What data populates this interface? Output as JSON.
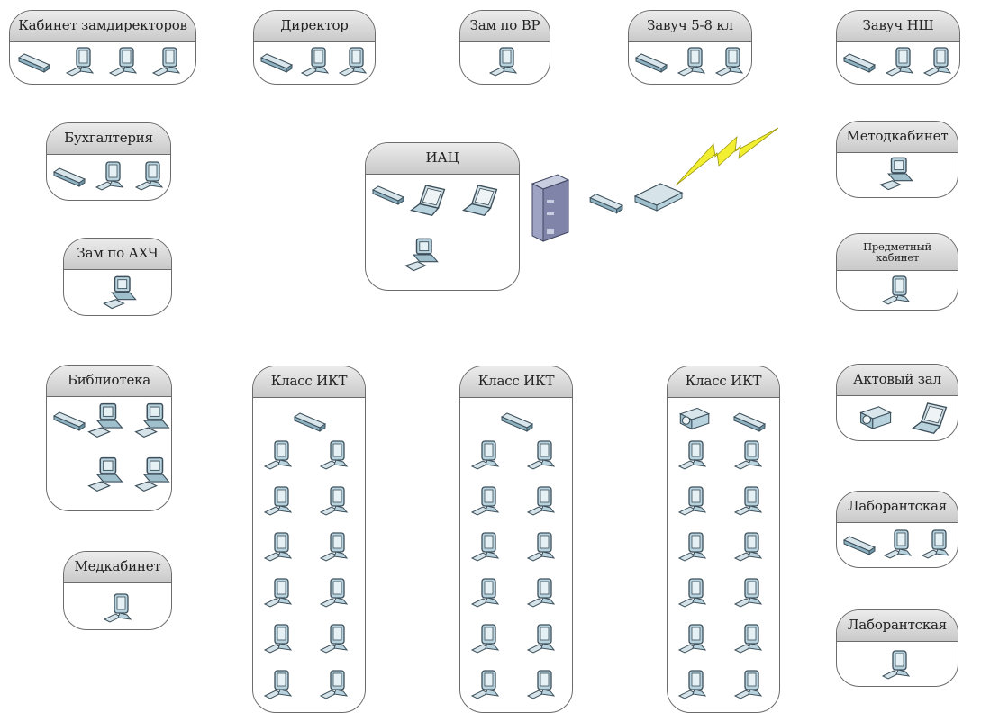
{
  "rooms": {
    "kabinet": "Кабинет замдиректоров",
    "direktor": "Директор",
    "zam_vr": "Зам по ВР",
    "zavuch_58": "Завуч 5-8 кл",
    "zavuch_nsh": "Завуч НШ",
    "buhgalteriya": "Бухгалтерия",
    "iac": "ИАЦ",
    "metodkabinet": "Методкабинет",
    "zam_ahch": "Зам по АХЧ",
    "predmetny": "Предметный кабинет",
    "biblioteka": "Библиотека",
    "klass_ikt_1": "Класс ИКТ",
    "klass_ikt_2": "Класс ИКТ",
    "klass_ikt_3": "Класс ИКТ",
    "aktovy_zal": "Актовый зал",
    "medkabinet": "Медкабинет",
    "laborantskaya_1": "Лаборантская",
    "laborantskaya_2": "Лаборантская"
  },
  "colors": {
    "device_fill": "#b9d3de",
    "device_stroke": "#3c4f5a",
    "bolt": "#f2ee32",
    "server": "#8a8fb2"
  },
  "icons": [
    "switch-icon",
    "monitor-icon",
    "desktop-pc-icon",
    "laptop-icon",
    "projector-icon",
    "server-icon",
    "router-icon",
    "lightning-icon"
  ]
}
